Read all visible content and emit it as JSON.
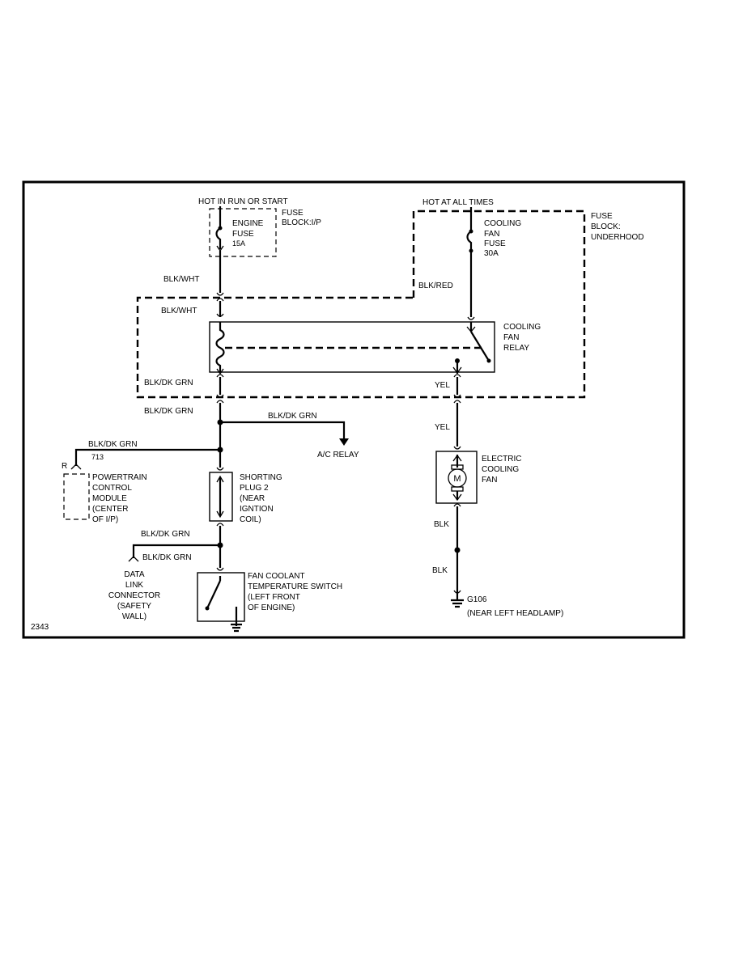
{
  "diagram_id": "2343",
  "labels": {
    "hot_run_start": "HOT IN RUN OR START",
    "hot_all_times": "HOT AT ALL TIMES",
    "fuse_block_ip": [
      "FUSE",
      "BLOCK:I/P"
    ],
    "engine_fuse": [
      "ENGINE",
      "FUSE",
      "15A"
    ],
    "fuse_block_underhood": [
      "FUSE",
      "BLOCK:",
      "UNDERHOOD"
    ],
    "cooling_fan_fuse": [
      "COOLING",
      "FAN",
      "FUSE",
      "30A"
    ],
    "cooling_fan_relay": [
      "COOLING",
      "FAN",
      "RELAY"
    ],
    "electric_cooling_fan": [
      "ELECTRIC",
      "COOLING",
      "FAN"
    ],
    "motor_symbol": "M",
    "powertrain_control_module": [
      "POWERTRAIN",
      "CONTROL",
      "MODULE",
      "(CENTER",
      "OF I/P)"
    ],
    "pin_letter": "R",
    "circuit_number": "713",
    "shorting_plug": [
      "SHORTING",
      "PLUG 2",
      "(NEAR",
      "IGNTION",
      "COIL)"
    ],
    "ac_relay": "A/C RELAY",
    "data_link_connector": [
      "DATA",
      "LINK",
      "CONNECTOR",
      "(SAFETY",
      "WALL)"
    ],
    "fan_coolant_switch": [
      "FAN COOLANT",
      "TEMPERATURE SWITCH",
      "(LEFT FRONT",
      "OF ENGINE)"
    ],
    "ground": [
      "G106",
      "(NEAR LEFT HEADLAMP)"
    ]
  },
  "wires": {
    "blk_wht_1": "BLK/WHT",
    "blk_wht_2": "BLK/WHT",
    "blk_red": "BLK/RED",
    "blk_dk_grn_1": "BLK/DK GRN",
    "blk_dk_grn_2": "BLK/DK GRN",
    "blk_dk_grn_ac": "BLK/DK GRN",
    "blk_dk_grn_pcm": "BLK/DK GRN",
    "blk_dk_grn_3": "BLK/DK GRN",
    "blk_dk_grn_dlc": "BLK/DK GRN",
    "yel_1": "YEL",
    "yel_2": "YEL",
    "blk_1": "BLK",
    "blk_2": "BLK"
  }
}
